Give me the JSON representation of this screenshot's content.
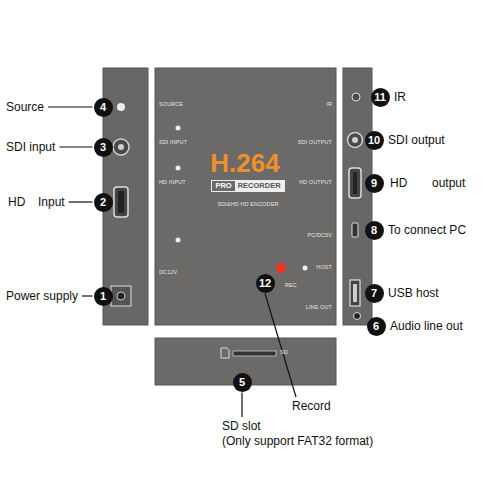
{
  "diagram": {
    "nodes": [
      {
        "text": [
          "SOURCE",
          "SDI INPUT",
          "HD INPUT",
          "DC12V",
          "H.264",
          "SDI&HD HD ENCODER",
          "IR",
          "SDI OUTPUT",
          "HD OUTPUT",
          "PC/DC5V",
          "HOST",
          "REC",
          "LINE OUT"
        ]
      },
      {
        "text": [
          "PRO",
          "RECORDER"
        ],
        "in": 0
      },
      {
        "text": [
          "SD"
        ]
      },
      {
        "text": [
          "4"
        ]
      },
      {
        "text": [
          "3"
        ]
      },
      {
        "text": [
          "2"
        ]
      },
      {
        "text": [
          "1"
        ]
      },
      {
        "text": [
          "11"
        ]
      },
      {
        "text": [
          "10"
        ]
      },
      {
        "text": [
          "9"
        ]
      },
      {
        "text": [
          "8"
        ]
      },
      {
        "text": [
          "7"
        ]
      },
      {
        "text": [
          "6"
        ]
      },
      {
        "text": [
          "12"
        ]
      },
      {
        "text": [
          "5"
        ]
      }
    ],
    "labels": [
      "Source",
      "SDI input",
      "HD",
      "Input",
      "Power supply",
      "IR",
      "SDI output",
      "HD",
      "output",
      "To connect PC",
      "USB host",
      "Audio line out",
      "Record",
      "SD slot",
      "(Only support FAT32 format)"
    ]
  }
}
